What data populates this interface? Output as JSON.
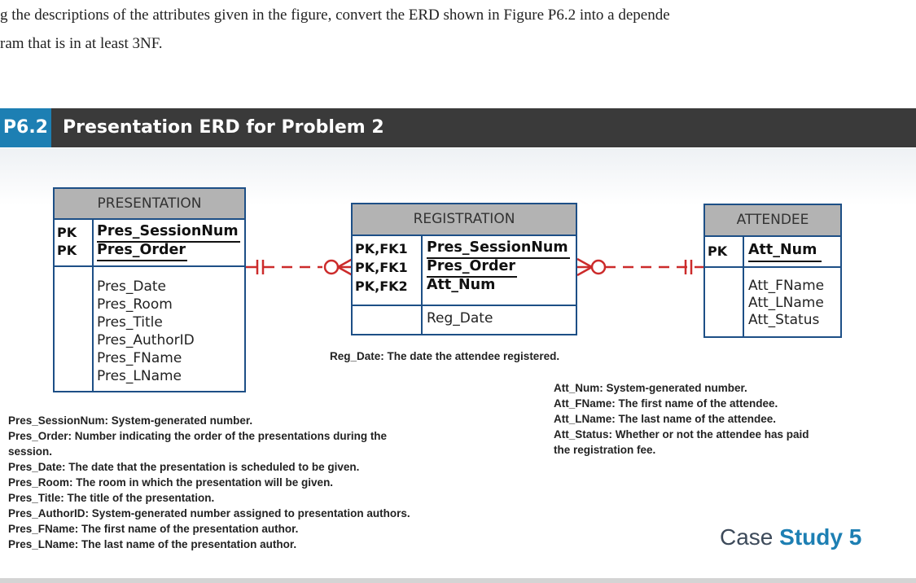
{
  "intro": {
    "line1": "g the descriptions of the attributes given in the figure, convert the ERD shown in Figure P6.2 into a depende",
    "line2": "ram that is in at least 3NF."
  },
  "figure": {
    "tag": "P6.2",
    "title": "Presentation ERD for Problem 2"
  },
  "entities": {
    "presentation": {
      "name": "PRESENTATION",
      "keys": [
        "PK",
        "PK"
      ],
      "pk_attrs": [
        "Pres_SessionNum",
        "Pres_Order"
      ],
      "attrs": [
        "Pres_Date",
        "Pres_Room",
        "Pres_Title",
        "Pres_AuthorID",
        "Pres_FName",
        "Pres_LName"
      ]
    },
    "registration": {
      "name": "REGISTRATION",
      "keys": [
        "PK,FK1",
        "PK,FK1",
        "PK,FK2"
      ],
      "pk_attrs": [
        "Pres_SessionNum",
        "Pres_Order",
        "Att_Num"
      ],
      "attrs": [
        "Reg_Date"
      ]
    },
    "attendee": {
      "name": "ATTENDEE",
      "keys": [
        "PK"
      ],
      "pk_attrs": [
        "Att_Num"
      ],
      "attrs": [
        "Att_FName",
        "Att_LName",
        "Att_Status"
      ]
    }
  },
  "relationships": [
    {
      "from": "PRESENTATION",
      "to": "REGISTRATION",
      "from_end": "one-and-only-one",
      "to_end": "zero-or-many",
      "style": "dashed"
    },
    {
      "from": "REGISTRATION",
      "to": "ATTENDEE",
      "from_end": "zero-or-many",
      "to_end": "one-and-only-one",
      "style": "dashed"
    }
  ],
  "notes": {
    "reg_date": "Reg_Date: The date the attendee registered.",
    "attendee": [
      "Att_Num: System-generated number.",
      "Att_FName: The first name of the attendee.",
      "Att_LName: The last name of the attendee.",
      "Att_Status: Whether or not the attendee has paid",
      "the registration fee."
    ],
    "presentation": [
      "Pres_SessionNum: System-generated number.",
      "Pres_Order: Number indicating the order of the presentations during the",
      "session.",
      "Pres_Date: The date that the presentation is scheduled to be given.",
      "Pres_Room: The room in which the presentation will be given.",
      "Pres_Title: The title of the presentation.",
      "Pres_AuthorID: System-generated number assigned to presentation authors.",
      "Pres_FName: The first name of the presentation author.",
      "Pres_LName: The last name of the presentation author."
    ]
  },
  "case_study": {
    "word": "Case",
    "bold": "Study 5"
  },
  "colors": {
    "accent": "#1d7fb3",
    "entity_border": "#1d4f86",
    "header_fill": "#b3b3b3",
    "title_bar": "#3a3a3a",
    "relationship": "#cc2b2b"
  }
}
